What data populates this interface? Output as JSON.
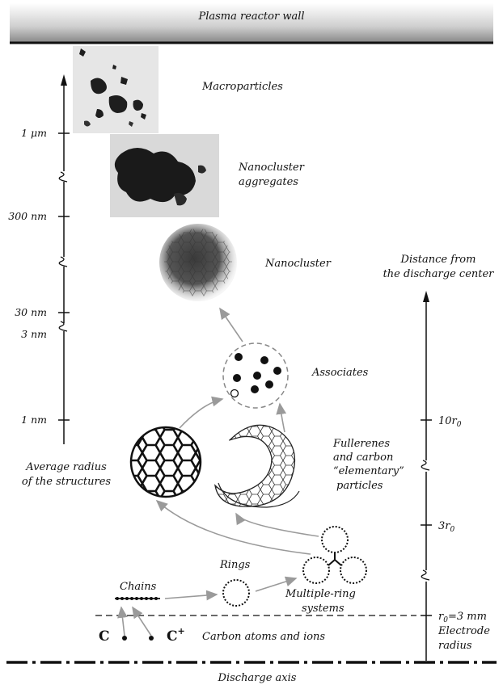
{
  "top_wall": {
    "label": "Plasma reactor wall"
  },
  "bottom_axis": {
    "label": "Discharge axis"
  },
  "left_axis": {
    "title_line1": "Average radius",
    "title_line2": "of the structures",
    "ticks": [
      "1 μm",
      "300 nm",
      "30 nm",
      "3 nm",
      "1 nm"
    ]
  },
  "right_axis": {
    "title_line1": "Distance from",
    "title_line2": "the discharge center",
    "ticks": {
      "ten_r0": "10r",
      "three_r0": "3r",
      "r0_line1": "=3 mm",
      "r0_line2": "Electrode",
      "r0_line3": "radius"
    },
    "subscript_zero": "0",
    "r_letter": "r"
  },
  "structures": {
    "macroparticles": "Macroparticles",
    "nanocluster_aggregates_line1": "Nanocluster",
    "nanocluster_aggregates_line2": "aggregates",
    "nanocluster": "Nanocluster",
    "associates": "Associates",
    "fullerenes_line1": "Fullerenes",
    "fullerenes_line2": "and carbon",
    "fullerenes_line3": "“elementary”",
    "fullerenes_line4": "particles",
    "rings": "Rings",
    "multiring_line1": "Multiple-ring",
    "multiring_line2": "systems",
    "chains": "Chains",
    "atoms_ions": "Carbon atoms and ions",
    "carbon": "C",
    "carbon_ion": "C",
    "plus_sign": "+"
  }
}
